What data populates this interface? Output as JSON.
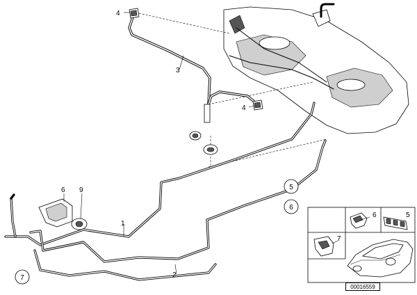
{
  "callouts": {
    "c4_top": "4",
    "c3": "3",
    "c4_mid": "4",
    "c6_left": "6",
    "c9": "9",
    "c1": "1",
    "c2": "2",
    "c5": "5",
    "c6_circle": "6",
    "c7_circle": "7",
    "inset_c6": "6",
    "inset_c5": "5",
    "inset_c7": "7"
  },
  "reference_id": "00016559",
  "colors": {
    "line": "#000000",
    "background": "#ffffff",
    "shade": "#cfcfcf"
  }
}
